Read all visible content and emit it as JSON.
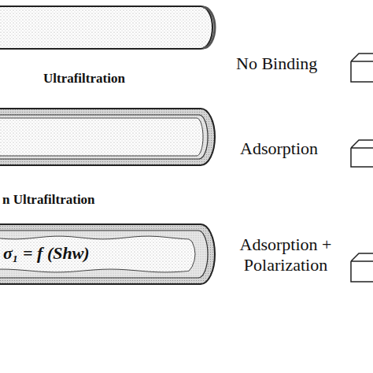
{
  "diagram": {
    "nodes": [
      {
        "text": [
          "σ₁ = f (Shw)"
        ]
      }
    ],
    "labels": [
      "No Binding",
      "Ultrafiltration",
      "Adsorption",
      "n Ultrafiltration",
      "Adsorption + Polarization"
    ]
  }
}
